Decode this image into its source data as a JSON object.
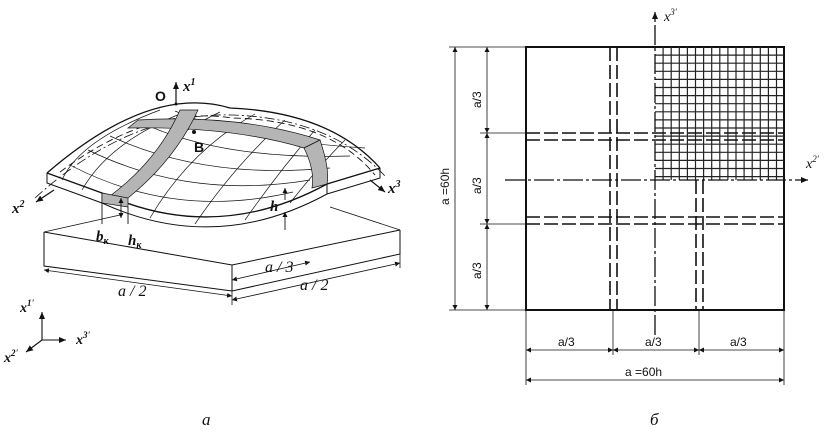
{
  "left": {
    "caption": "а",
    "point_o": "O",
    "point_b": "B",
    "axis_x1": "x",
    "axis_x1_sup": "1",
    "axis_x2": "x",
    "axis_x2_sup": "2",
    "axis_x3": "x",
    "axis_x3_sup": "3",
    "rib_width_b": "b",
    "rib_width_sub": "к",
    "rib_height_h": "h",
    "rib_height_sub": "к",
    "shell_thickness": "h",
    "dim_a2_front": "a / 2",
    "dim_a3": "a / 3",
    "dim_a2_side": "a / 2",
    "global_x1": "x",
    "global_x1_sup": "1'",
    "global_x2": "x",
    "global_x2_sup": "2'",
    "global_x3": "x",
    "global_x3_sup": "3'"
  },
  "right": {
    "caption": "б",
    "axis_x3": "x",
    "axis_x3_sup": "3'",
    "axis_x2": "x",
    "axis_x2_sup": "2'",
    "dim_total_vertical": "a =60h",
    "dim_v1": "a/3",
    "dim_v2": "a/3",
    "dim_v3": "a/3",
    "dim_h1": "a/3",
    "dim_h2": "a/3",
    "dim_h3": "a/3",
    "dim_total_horizontal": "a =60h"
  },
  "colors": {
    "line": "#111111",
    "rib_fill": "#b5b5b5",
    "grid": "#222222"
  }
}
